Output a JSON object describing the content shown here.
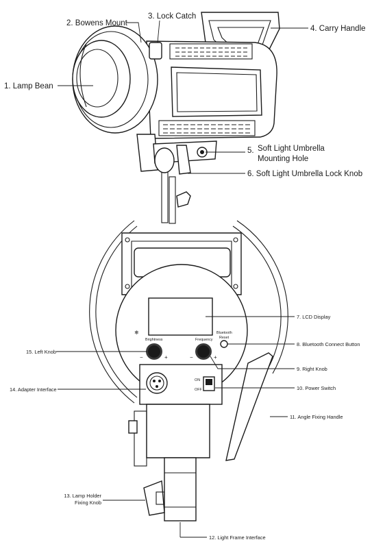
{
  "top_labels": {
    "lamp_bean": "1. Lamp Bean",
    "bowens_mount": "2. Bowens Mount",
    "lock_catch": "3. Lock Catch",
    "carry_handle": "4. Carry Handle",
    "umbrella_hole_num": "5.",
    "umbrella_hole_line1": "Soft Light Umbrella",
    "umbrella_hole_line2": "Mounting Hole",
    "umbrella_lock_knob": "6. Soft Light Umbrella Lock Knob"
  },
  "bottom_labels": {
    "lcd_display": "7. LCD Display",
    "bluetooth_button": "8. Bluetooth Connect Button",
    "right_knob": "9. Right Knob",
    "power_switch": "10. Power Switch",
    "angle_handle": "11. Angle Fixing Handle",
    "light_frame_interface": "12. Light Frame Interface",
    "lamp_holder_knob_line1": "13. Lamp Holder",
    "lamp_holder_knob_line2": "Fixing Knob",
    "adapter_interface": "14. Adapter Interface",
    "left_knob": "15. Left Knob"
  },
  "panel_text": {
    "brightness": "Brightness",
    "frequency": "Frequency",
    "bluetooth_line1": "Bluetooth",
    "bluetooth_line2": "Reset",
    "minus": "−",
    "plus": "+",
    "on": "ON",
    "off": "OFF"
  }
}
